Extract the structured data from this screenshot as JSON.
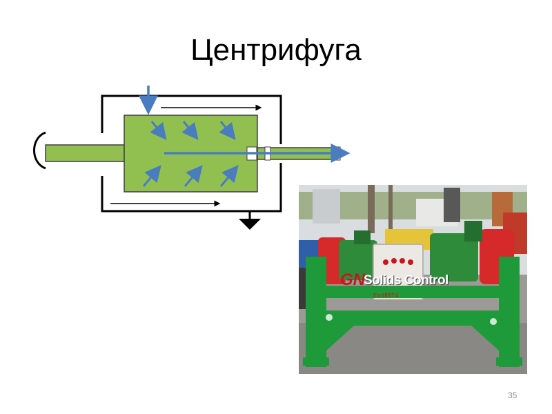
{
  "slide": {
    "title": "Центрифуга",
    "page_number": "35"
  },
  "photo": {
    "logo_text": "GN",
    "brand_text": "Solids Control",
    "box_label": "ExdⅡBT4",
    "colors": {
      "machine_green": "#1f9a3a",
      "motor_green": "#2e8b3a",
      "red_housing": "#d62a2a",
      "panel_white": "#ece8e4",
      "sky": "#d9dde0",
      "ground": "#9c9a96"
    }
  },
  "diagram": {
    "colors": {
      "bowl_fill": "#92c050",
      "bowl_stroke": "#3f3f3f",
      "arrow_blue": "#4a7cc0",
      "frame": "#000000",
      "shaft_fill": "#92c050"
    }
  }
}
